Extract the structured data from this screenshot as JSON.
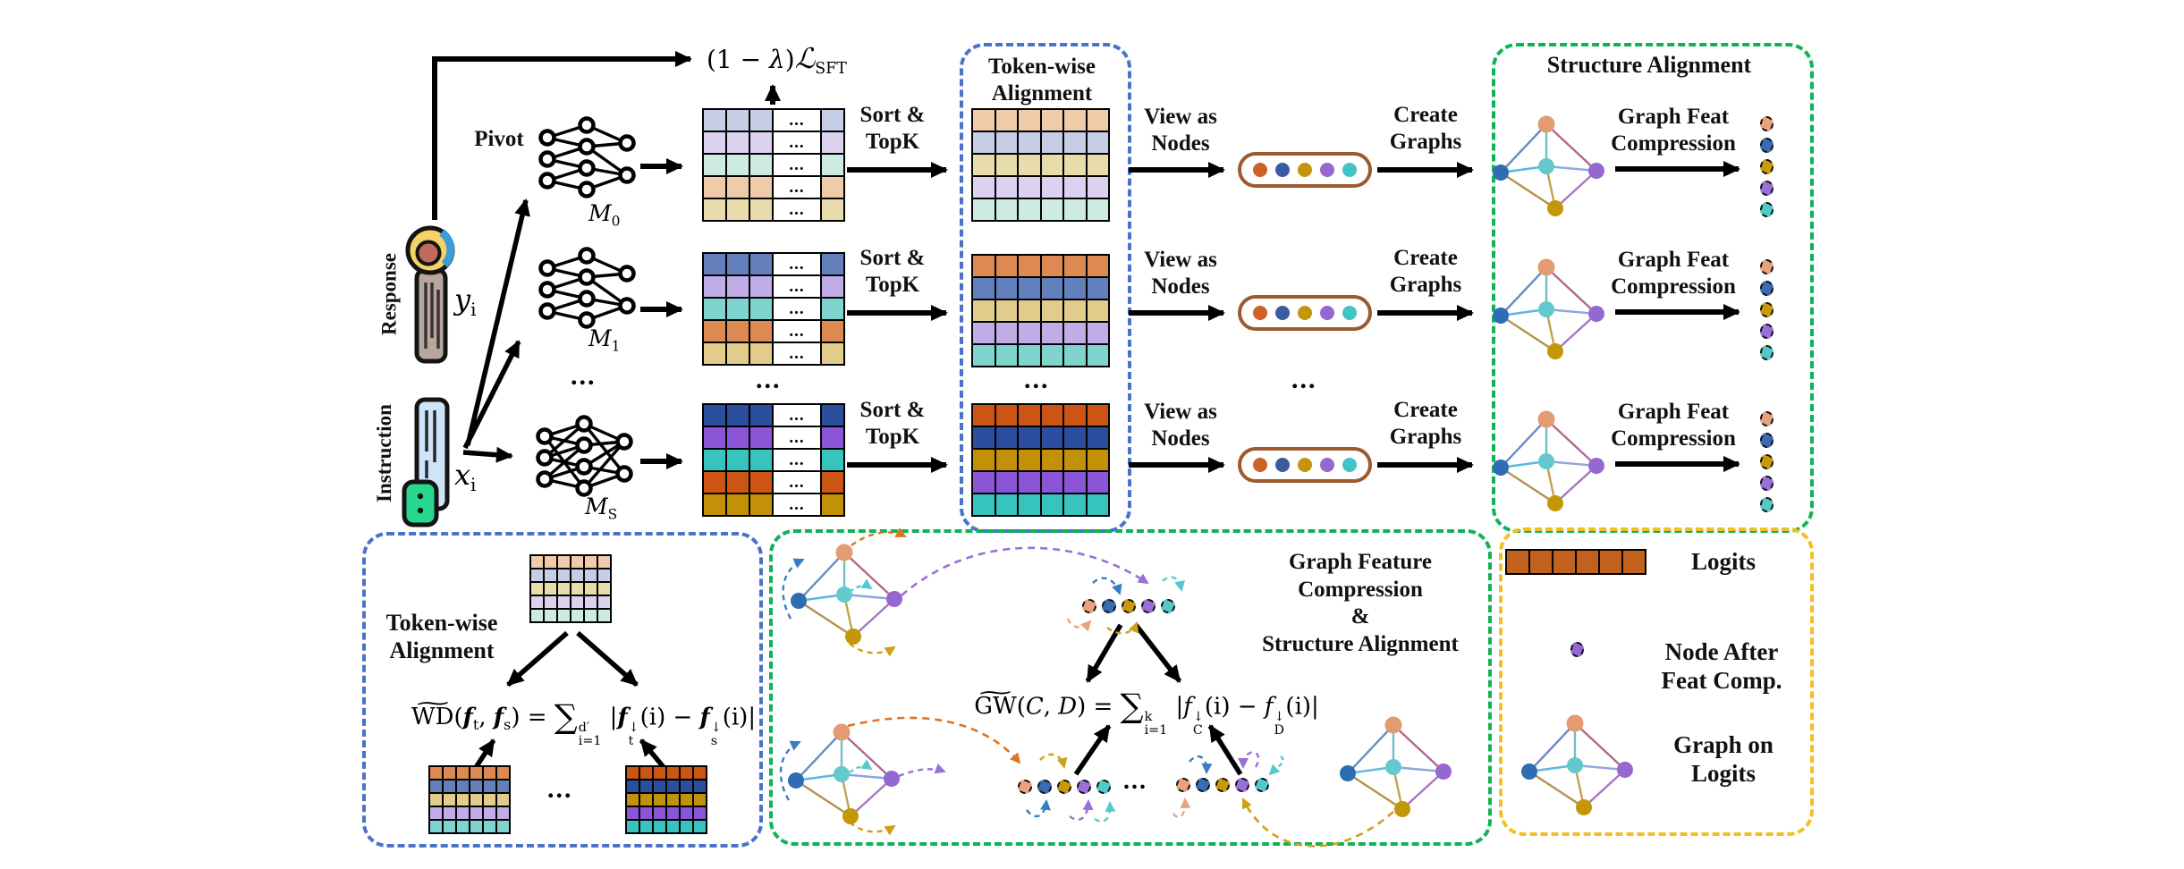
{
  "palette": {
    "blue_box": "#4a72c9",
    "green_box": "#0fb356",
    "yellow_box": "#f2bf24",
    "pill_border": "#9c5a2e",
    "logits_fill": "#c2611d",
    "arrow_black": "#000000",
    "dash_blue": "#3a7bc8",
    "dash_orange": "#e07223",
    "dash_teal": "#56c8d2",
    "dash_gold": "#cda118",
    "dash_purple": "#9b6fd8",
    "dash_peach": "#e8a37e"
  },
  "labels": {
    "response": "Response",
    "instruction": "Instruction",
    "pivot": "Pivot",
    "sort_topk": [
      "Sort &",
      "TopK"
    ],
    "view_as_nodes": [
      "View as",
      "Nodes"
    ],
    "create_graphs": [
      "Create",
      "Graphs"
    ],
    "graph_feat_compression": [
      "Graph Feat",
      "Compression"
    ],
    "token_wise_alignment": [
      "Token-wise",
      "Alignment"
    ],
    "structure_alignment": "Structure Alignment",
    "graph_feature_block": [
      "Graph Feature",
      "Compression",
      "&",
      "Structure Alignment"
    ],
    "legend_logits": "Logits",
    "legend_node_after": [
      "Node After",
      "Feat Comp."
    ],
    "legend_graph_on": [
      "Graph on",
      "Logits"
    ],
    "ellipsis": "..."
  },
  "formulas": {
    "sft": [
      {
        "t": "n",
        "v": "(1 − "
      },
      {
        "t": "i",
        "v": "λ"
      },
      {
        "t": "n",
        "v": ")"
      },
      {
        "t": "cal",
        "v": "ℒ"
      },
      {
        "t": "sub",
        "v": "SFT"
      }
    ],
    "yi": [
      {
        "t": "i",
        "v": "y"
      },
      {
        "t": "sub",
        "v": "i"
      }
    ],
    "xi": [
      {
        "t": "i",
        "v": "x"
      },
      {
        "t": "sub",
        "v": "i"
      }
    ],
    "m0": [
      {
        "t": "i",
        "v": "M"
      },
      {
        "t": "sub",
        "v": "0"
      }
    ],
    "m1": [
      {
        "t": "i",
        "v": "M"
      },
      {
        "t": "sub",
        "v": "1"
      }
    ],
    "ms": [
      {
        "t": "i",
        "v": "M"
      },
      {
        "t": "sub",
        "v": "S"
      }
    ],
    "wd": [
      {
        "t": "tilde",
        "v": "WD",
        "mark": "~"
      },
      {
        "t": "n",
        "v": "("
      },
      {
        "t": "b",
        "v": "f"
      },
      {
        "t": "sub",
        "v": "t"
      },
      {
        "t": "n",
        "v": ", "
      },
      {
        "t": "b",
        "v": "f"
      },
      {
        "t": "sub",
        "v": "s"
      },
      {
        "t": "n",
        "v": ") = "
      },
      {
        "t": "big",
        "v": "∑"
      },
      {
        "t": "ss",
        "sup": "d′",
        "sub": "i=1"
      },
      {
        "t": "n",
        "v": " |"
      },
      {
        "t": "b",
        "v": "f"
      },
      {
        "t": "ss",
        "sup": "↓",
        "sub": "t"
      },
      {
        "t": "n",
        "v": "(i) − "
      },
      {
        "t": "b",
        "v": "f"
      },
      {
        "t": "ss",
        "sup": "↓",
        "sub": "s"
      },
      {
        "t": "n",
        "v": "(i)|"
      }
    ],
    "gw": [
      {
        "t": "tilde",
        "v": "GW",
        "mark": "~"
      },
      {
        "t": "n",
        "v": "("
      },
      {
        "t": "i",
        "v": "C"
      },
      {
        "t": "n",
        "v": ", "
      },
      {
        "t": "i",
        "v": "D"
      },
      {
        "t": "n",
        "v": ") = "
      },
      {
        "t": "big",
        "v": "∑"
      },
      {
        "t": "ss",
        "sup": "k",
        "sub": "i=1"
      },
      {
        "t": "n",
        "v": " |"
      },
      {
        "t": "i",
        "v": "f"
      },
      {
        "t": "ss",
        "sup": "↓",
        "sub": "C"
      },
      {
        "t": "n",
        "v": "(i) − "
      },
      {
        "t": "i",
        "v": "f"
      },
      {
        "t": "ss",
        "sup": "↓",
        "sub": "D"
      },
      {
        "t": "n",
        "v": "(i)|"
      }
    ]
  },
  "matrix_colors": {
    "light": {
      "peach": "#f0cba8",
      "bluegray": "#c5cee4",
      "khaki": "#e9dcac",
      "lavender": "#dcd2f0",
      "mint": "#cdebe0"
    },
    "medium": {
      "orange": "#dd8a52",
      "blue": "#6380bc",
      "tan": "#e2cc8c",
      "lpurple": "#c0ace6",
      "teal": "#7fd5cd"
    },
    "dark": {
      "orange": "#cc5514",
      "blue": "#2c4e9e",
      "gold": "#c29108",
      "purple": "#8a55d6",
      "teal": "#38c4be"
    }
  },
  "matrices": {
    "raw": [
      {
        "name": "logits-m0",
        "rows": [
          "light.bluegray",
          "light.lavender",
          "light.mint",
          "light.peach",
          "light.khaki"
        ]
      },
      {
        "name": "logits-m1",
        "rows": [
          "medium.blue",
          "medium.lpurple",
          "medium.teal",
          "medium.orange",
          "medium.tan"
        ]
      },
      {
        "name": "logits-ms",
        "rows": [
          "dark.blue",
          "dark.purple",
          "dark.teal",
          "dark.orange",
          "dark.gold"
        ]
      }
    ],
    "sorted": [
      {
        "name": "sorted-m0",
        "rows": [
          "light.peach",
          "light.bluegray",
          "light.khaki",
          "light.lavender",
          "light.mint"
        ]
      },
      {
        "name": "sorted-m1",
        "rows": [
          "medium.orange",
          "medium.blue",
          "medium.tan",
          "medium.lpurple",
          "medium.teal"
        ]
      },
      {
        "name": "sorted-ms",
        "rows": [
          "dark.orange",
          "dark.blue",
          "dark.gold",
          "dark.purple",
          "dark.teal"
        ]
      }
    ],
    "bottom": [
      {
        "name": "pivot-sorted",
        "rows": [
          "light.peach",
          "light.bluegray",
          "light.khaki",
          "light.lavender",
          "light.mint"
        ]
      },
      {
        "name": "model-a-sorted",
        "rows": [
          "medium.orange",
          "medium.blue",
          "medium.tan",
          "medium.lpurple",
          "medium.teal"
        ]
      },
      {
        "name": "model-b-sorted",
        "rows": [
          "dark.orange",
          "dark.blue",
          "dark.gold",
          "dark.purple",
          "dark.teal"
        ]
      }
    ]
  },
  "nodes": {
    "pill_colors": [
      "#cf6125",
      "#3a5ba0",
      "#c4950c",
      "#9467d1",
      "#43c3c8"
    ],
    "dot_colors": [
      "#e8a37e",
      "#3a6bb0",
      "#c8980e",
      "#9b6fd8",
      "#55c8c8"
    ]
  },
  "graph": {
    "node_colors": {
      "top": "#e39b72",
      "left": "#2e6db4",
      "center": "#63c9ce",
      "right": "#9467d1",
      "bottom": "#c49708"
    },
    "edge_colors": {
      "top_left": "#6b8cc7",
      "top_center": "#72bec8",
      "top_right": "#b4688c",
      "left_center": "#5fb6dc",
      "center_right": "#8ea6de",
      "left_bottom": "#b5924e",
      "center_bottom": "#c2a24e",
      "bottom_right": "#a878bc"
    }
  },
  "legend": {
    "logits_cells": 6
  }
}
